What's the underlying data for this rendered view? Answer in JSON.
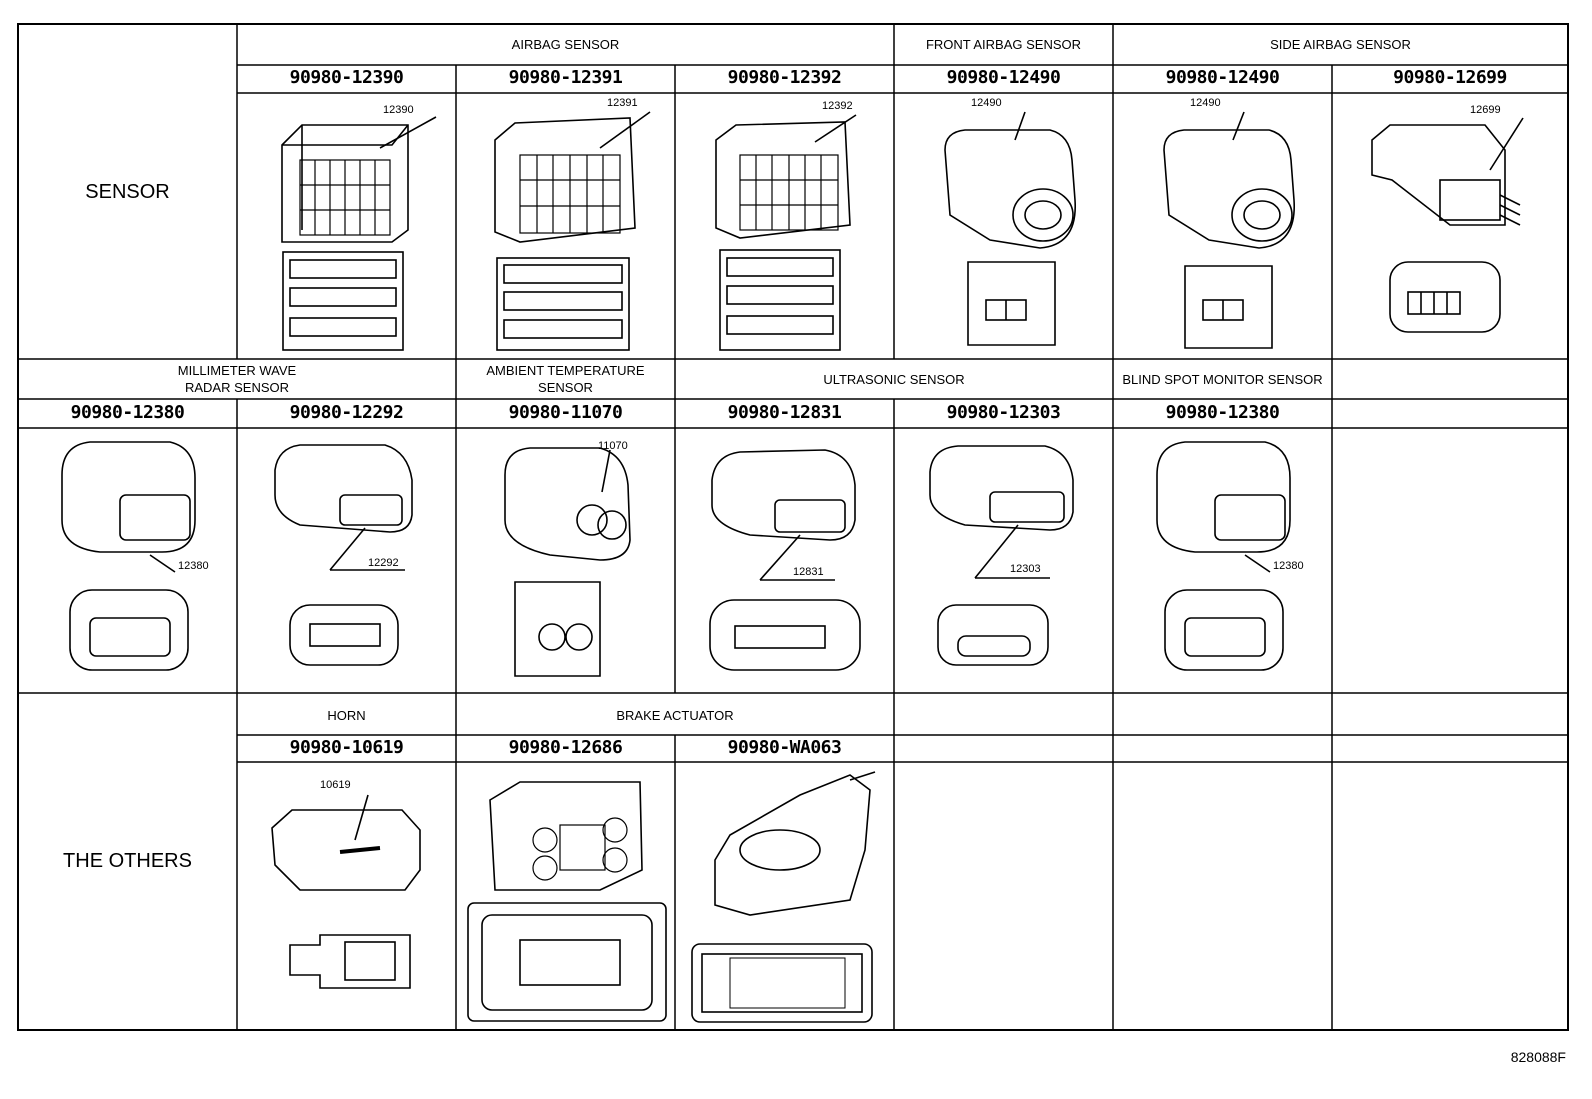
{
  "row_labels": {
    "sensor": "SENSOR",
    "others": "THE OTHERS"
  },
  "row1": {
    "categories": {
      "airbag": "AIRBAG SENSOR",
      "front_airbag": "FRONT AIRBAG SENSOR",
      "side_airbag": "SIDE AIRBAG SENSOR"
    },
    "parts": [
      "90980-12390",
      "90980-12391",
      "90980-12392",
      "90980-12490",
      "90980-12490",
      "90980-12699"
    ],
    "callouts": [
      "12390",
      "12391",
      "12392",
      "12490",
      "12490",
      "12699"
    ]
  },
  "row2": {
    "categories": {
      "mmwave_line1": "MILLIMETER WAVE",
      "mmwave_line2": "RADAR SENSOR",
      "ambient_line1": "AMBIENT TEMPERATURE",
      "ambient_line2": "SENSOR",
      "ultrasonic": "ULTRASONIC SENSOR",
      "blind_spot": "BLIND SPOT MONITOR SENSOR"
    },
    "parts": [
      "90980-12380",
      "90980-12292",
      "90980-11070",
      "90980-12831",
      "90980-12303",
      "90980-12380"
    ],
    "callouts": [
      "12380",
      "12292",
      "11070",
      "12831",
      "12303",
      "12380"
    ]
  },
  "row3": {
    "categories": {
      "horn": "HORN",
      "brake_actuator": "BRAKE ACTUATOR"
    },
    "parts": [
      "90980-10619",
      "90980-12686",
      "90980-WA063"
    ],
    "callouts": [
      "10619"
    ]
  },
  "figure_ref": "828088F"
}
